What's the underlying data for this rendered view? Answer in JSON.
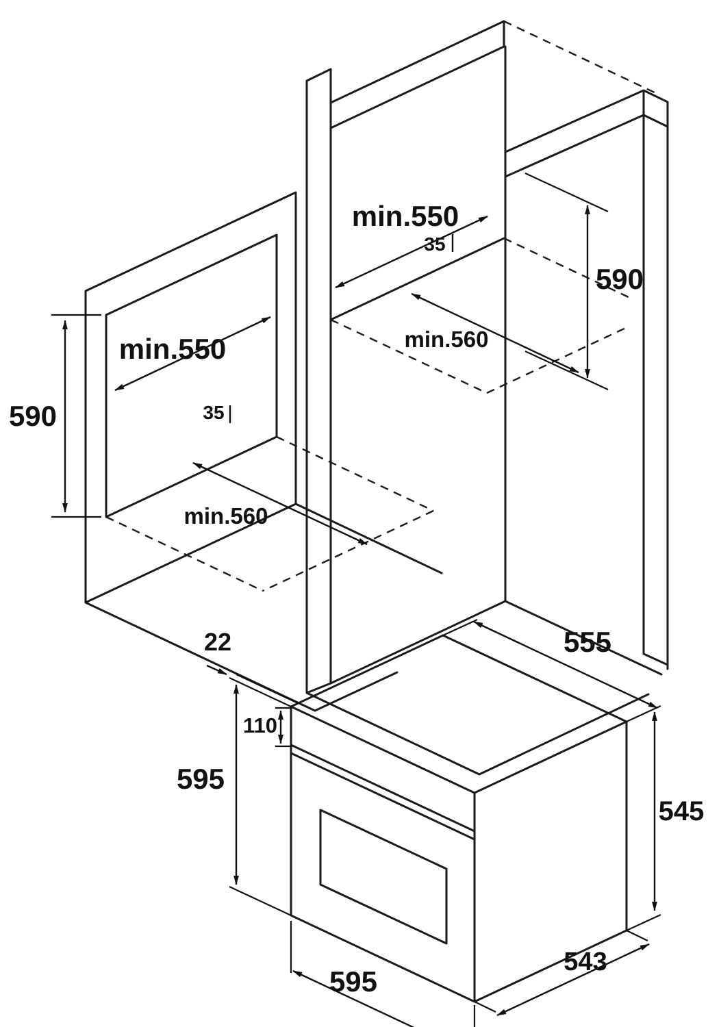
{
  "diagram_title": "",
  "tall_cabinet": {
    "width_min": "min.550",
    "frame_gap": "35",
    "niche_height": "590",
    "depth_min": "min.560"
  },
  "base_cabinet": {
    "width_min": "min.550",
    "frame_gap": "35",
    "niche_height": "590",
    "depth_min": "min.560"
  },
  "oven": {
    "door_overhang": "22",
    "control_panel_height": "110",
    "front_height": "595",
    "top_depth": "555",
    "body_height": "545",
    "body_depth": "543",
    "front_width": "595"
  },
  "colors": {
    "line": "#1a1a1a",
    "background": "#ffffff"
  }
}
